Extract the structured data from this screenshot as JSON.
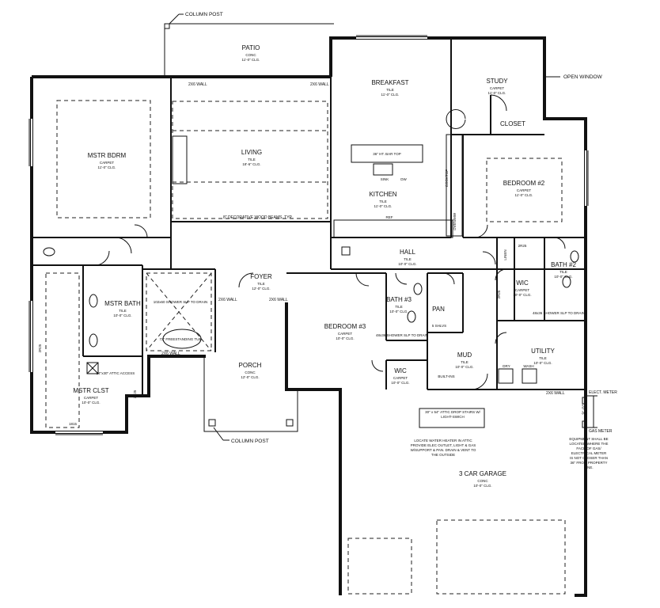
{
  "rooms": {
    "patio": {
      "name": "PATIO",
      "floor": "CONC",
      "ceiling": "11'-0\" CLG."
    },
    "breakfast": {
      "name": "BREAKFAST",
      "floor": "TILE",
      "ceiling": "11'-0\" CLG."
    },
    "study": {
      "name": "STUDY",
      "floor": "CARPET",
      "ceiling": "11'-0\" CLG."
    },
    "closet": {
      "name": "CLOSET"
    },
    "mstr_bdrm": {
      "name": "MSTR BDRM",
      "floor": "CARPET",
      "ceiling": "11'-0\" CLG."
    },
    "living": {
      "name": "LIVING",
      "floor": "TILE",
      "ceiling": "18'-6\" CLG."
    },
    "kitchen": {
      "name": "KITCHEN",
      "floor": "TILE",
      "ceiling": "11'-0\" CLG."
    },
    "bedroom2": {
      "name": "BEDROOM #2",
      "floor": "CARPET",
      "ceiling": "11'-0\" CLG."
    },
    "hall": {
      "name": "HALL",
      "floor": "TILE",
      "ceiling": "10'-0\" CLG."
    },
    "bath2": {
      "name": "BATH #2",
      "floor": "TILE",
      "ceiling": "10'-0\" CLG."
    },
    "foyer": {
      "name": "FOYER",
      "floor": "TILE",
      "ceiling": "12'-0\" CLG."
    },
    "mstr_bath": {
      "name": "MSTR BATH",
      "floor": "TILE",
      "ceiling": "10'-0\" CLG."
    },
    "bedroom3": {
      "name": "BEDROOM #3",
      "floor": "CARPET",
      "ceiling": "10'-0\" CLG."
    },
    "bath3": {
      "name": "BATH #3",
      "floor": "TILE",
      "ceiling": "10'-0\" CLG."
    },
    "pan": {
      "name": "PAN",
      "ceiling": "5 SHLVS"
    },
    "wic_bath2": {
      "name": "WIC",
      "floor": "CARPET",
      "ceiling": "10'-0\" CLG."
    },
    "utility": {
      "name": "UTILITY",
      "floor": "TILE",
      "ceiling": "10'-0\" CLG."
    },
    "mud": {
      "name": "MUD",
      "floor": "TILE",
      "ceiling": "10'-0\" CLG."
    },
    "porch": {
      "name": "PORCH",
      "floor": "CONC",
      "ceiling": "12'-0\" CLG."
    },
    "wic_bed3": {
      "name": "WIC",
      "floor": "CARPET",
      "ceiling": "10'-0\" CLG."
    },
    "mstr_clst": {
      "name": "MSTR CLST",
      "floor": "CARPET",
      "ceiling": "10'-0\" CLG."
    },
    "garage": {
      "name": "3 CAR GARAGE",
      "floor": "CONC",
      "ceiling": "10'-0\" CLG."
    }
  },
  "callouts": {
    "column_post_top": "COLUMN POST",
    "column_post_bottom": "COLUMN POST",
    "open_window": "OPEN WINDOW",
    "elect_meter": "ELECT. METER",
    "gas_meter": "GAS METER",
    "meter_dim": "3'-0\""
  },
  "notes": {
    "bar_top": "36\" HT. BAR TOP",
    "sink": "SINK",
    "dw": "DW",
    "ref": "REF",
    "beams": "8\" DECORATIVE WOOD BEAMS, TYP.",
    "wall_236_a": "2X6 WALL",
    "wall_236_b": "2X6 WALL",
    "wall_236_c": "2X6 WALL",
    "wall_236_d": "2X6 WALL",
    "wall_236_e": "2X6 WALL",
    "wall_236_f": "2X6 WALL",
    "shower_mstr": "102x60 SHOWER SLP TO DRAIN",
    "tub": "72\" FREESTANDING TUB",
    "attic": "24\"x30\" ATTIC ACCESS",
    "shower_bath3": "48x36 SHOWER SLP TO DRAIN",
    "shower_bath2": "48x36 SHOWER SLP TO DRAIN",
    "built_ins": "BUILT-INS",
    "drop_stairs": "30\" x 54\" ATTIC DROP STAIRS W/ LIGHT-SWICH",
    "water_heater": "LOCATE WATER HEATER IN ATTIC PROVIDE ELEC OUTLET, LIGHT & GAS W/SUPPORT & PAN. DRAIN & VENT TO THE OUTSIDE",
    "meter_note": "EQUIPMENT SHALL BE LOCATED WHERE THE FACE OF GAS/ ELECTRICAL METER IS NOT CLOSER THAN 36\" FROM PROPERTY LINE.",
    "shelf_1815": "1815",
    "shelf_2r25_a": "2R25",
    "shelf_2r25_b": "2R25",
    "shelf_2r25_c": "2R25",
    "shelf_2r25_d": "2R25",
    "linen": "LINEN",
    "dry": "DRY",
    "wash": "WASH",
    "pantry_dim": "OVEN/MW",
    "cooktop": "COOKTOP"
  }
}
